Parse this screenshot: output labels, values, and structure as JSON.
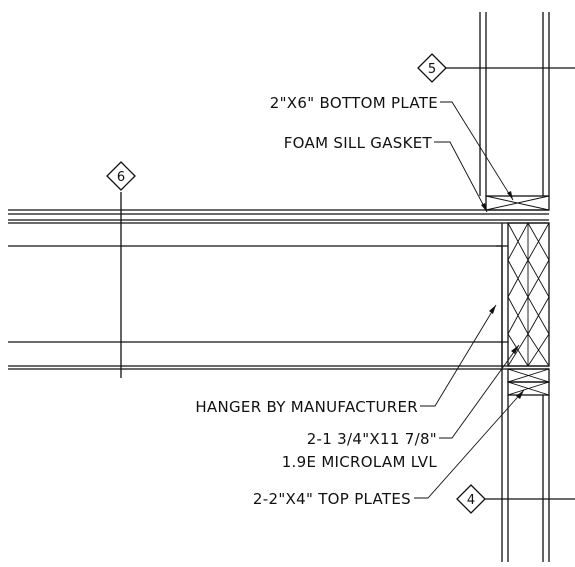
{
  "detail_tags": [
    {
      "id": "tag-5",
      "number": "5"
    },
    {
      "id": "tag-6",
      "number": "6"
    },
    {
      "id": "tag-4",
      "number": "4"
    }
  ],
  "callouts": {
    "bottom_plate": "2\"X6\" BOTTOM PLATE",
    "sill_gasket": "FOAM SILL GASKET",
    "hanger": "HANGER BY MANUFACTURER",
    "lvl_line1": "2-1 3/4\"X11 7/8\"",
    "lvl_line2": "1.9E MICROLAM LVL",
    "top_plates": "2-2\"X4\" TOP PLATES"
  }
}
